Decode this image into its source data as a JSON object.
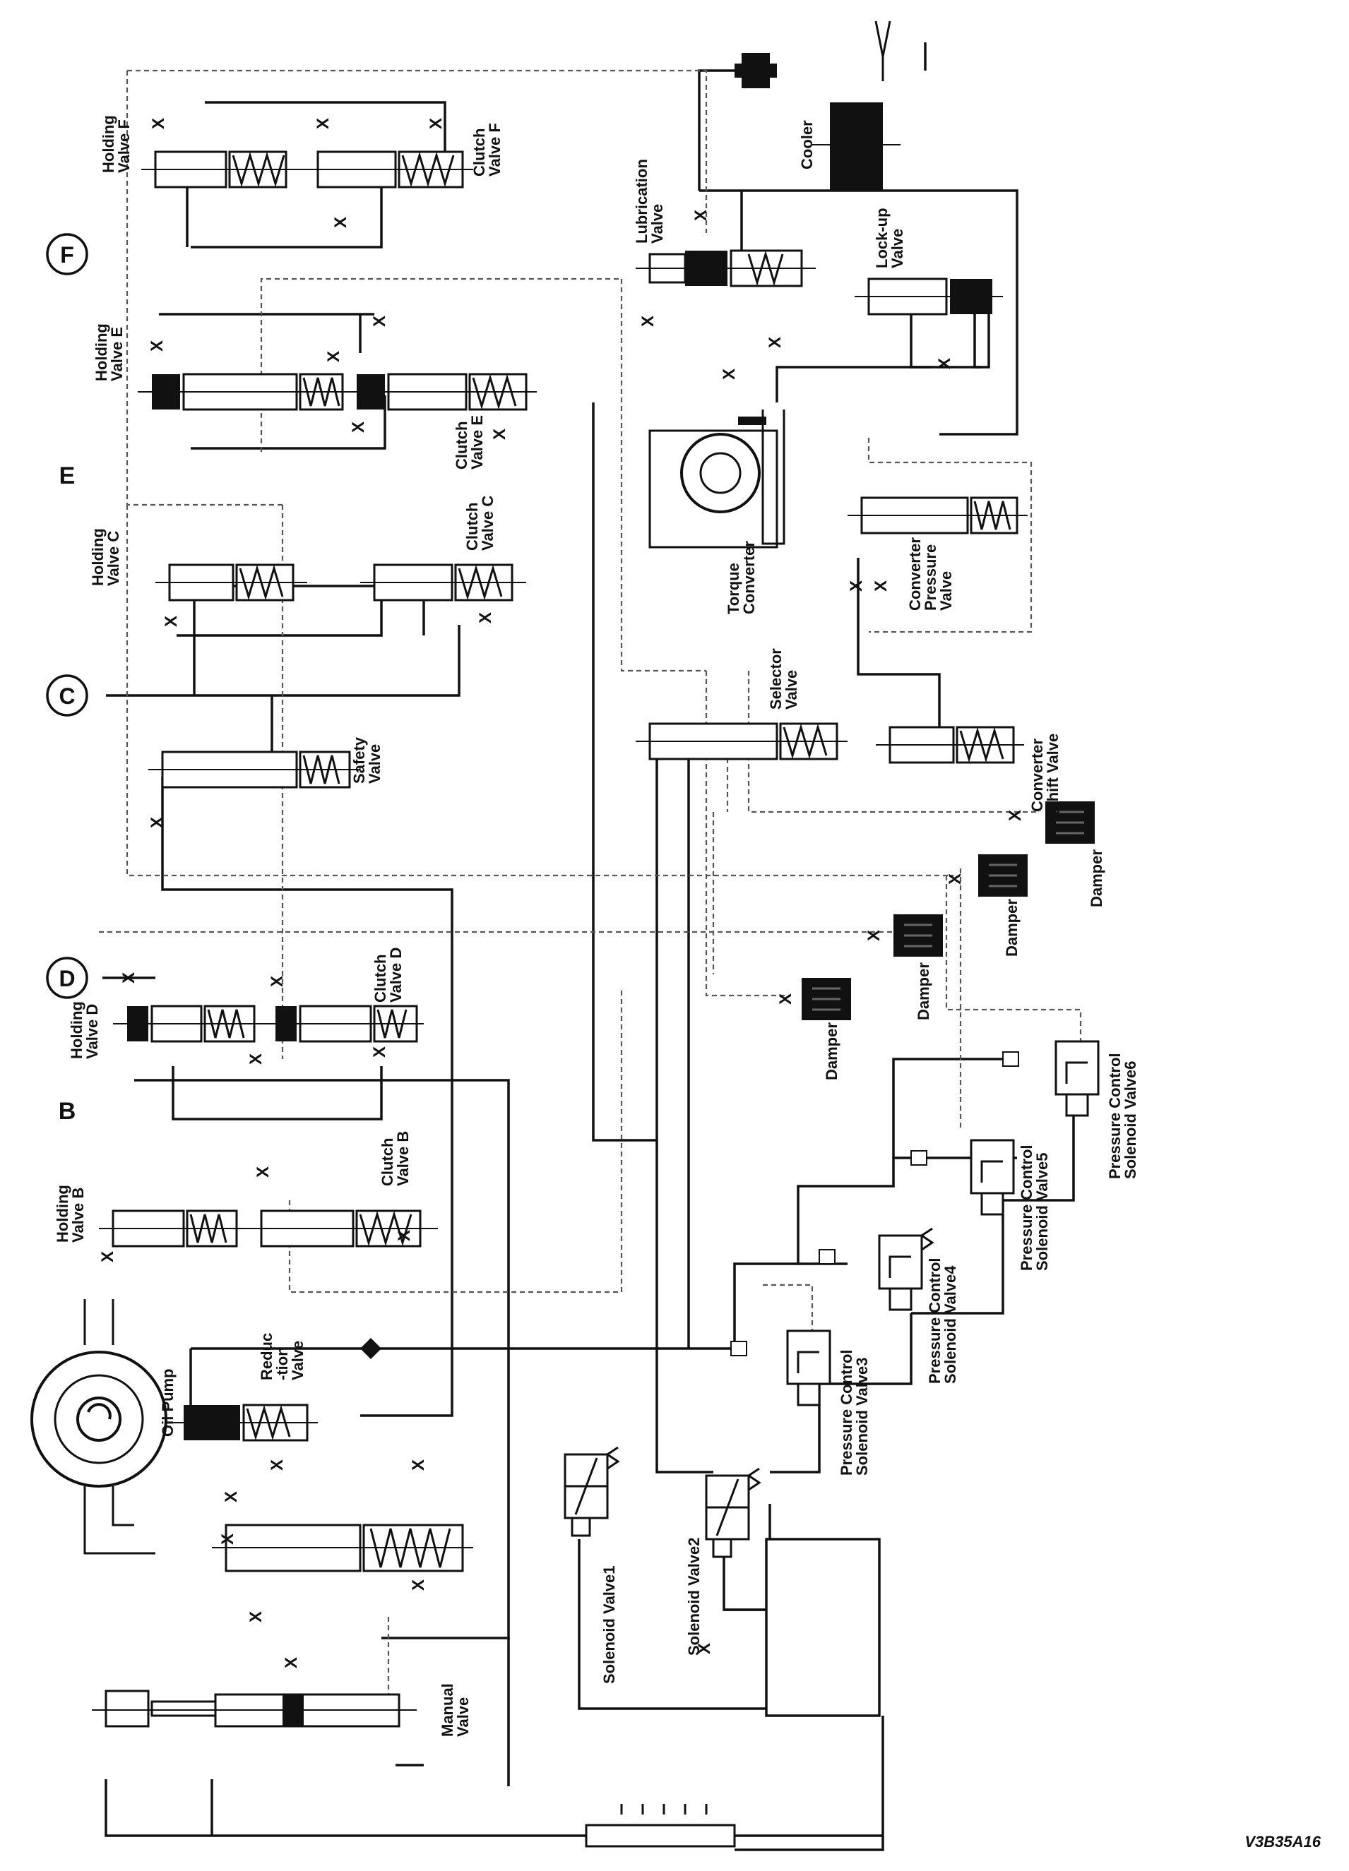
{
  "figure_code": "V3B35A16",
  "circuit_letters": {
    "F": "F",
    "E": "E",
    "C": "C",
    "D": "D",
    "B": "B"
  },
  "component_labels": {
    "holding_valve_f": [
      "Holding",
      "Valve F"
    ],
    "clutch_valve_f": [
      "Clutch",
      "Valve F"
    ],
    "holding_valve_e": [
      "Holding",
      "Valve E"
    ],
    "clutch_valve_e": [
      "Clutch",
      "Valve E"
    ],
    "holding_valve_c": [
      "Holding",
      "Valve C"
    ],
    "clutch_valve_c": [
      "Clutch",
      "Valve C"
    ],
    "safety_valve": [
      "Safety",
      "Valve"
    ],
    "holding_valve_d": [
      "Holding",
      "Valve D"
    ],
    "clutch_valve_d": [
      "Clutch",
      "Valve D"
    ],
    "holding_valve_b": [
      "Holding",
      "Valve B"
    ],
    "clutch_valve_b": [
      "Clutch",
      "Valve B"
    ],
    "oil_pump": [
      "Oil Pump"
    ],
    "reduction_valve": [
      "Reduc",
      "-tion",
      "Valve"
    ],
    "manual_valve": [
      "Manual",
      "Valve"
    ],
    "solenoid_valve1": [
      "Solenoid Valve1"
    ],
    "solenoid_valve2": [
      "Solenoid Valve2"
    ],
    "pcs_valve3": [
      "Pressure Control",
      "Solenoid Valve3"
    ],
    "pcs_valve4": [
      "Pressure Control",
      "Solenoid Valve4"
    ],
    "pcs_valve5": [
      "Pressure Control",
      "Solenoid Valve5"
    ],
    "pcs_valve6": [
      "Pressure Control",
      "Solenoid Valve6"
    ],
    "selector_valve": [
      "Selector",
      "Valve"
    ],
    "converter_shift_valve": [
      "Converter",
      "Shift Valve"
    ],
    "torque_converter": [
      "Torque",
      "Converter"
    ],
    "converter_pressure_valve": [
      "Converter",
      "Pressure",
      "Valve"
    ],
    "lockup_valve": [
      "Lock-up",
      "Valve"
    ],
    "lubrication_valve": [
      "Lubrication",
      "Valve"
    ],
    "cooler": [
      "Cooler"
    ],
    "damper_1": [
      "Damper"
    ],
    "damper_2": [
      "Damper"
    ],
    "damper_3": [
      "Damper"
    ],
    "damper_4": [
      "Damper"
    ]
  },
  "exhaust_mark": "X"
}
